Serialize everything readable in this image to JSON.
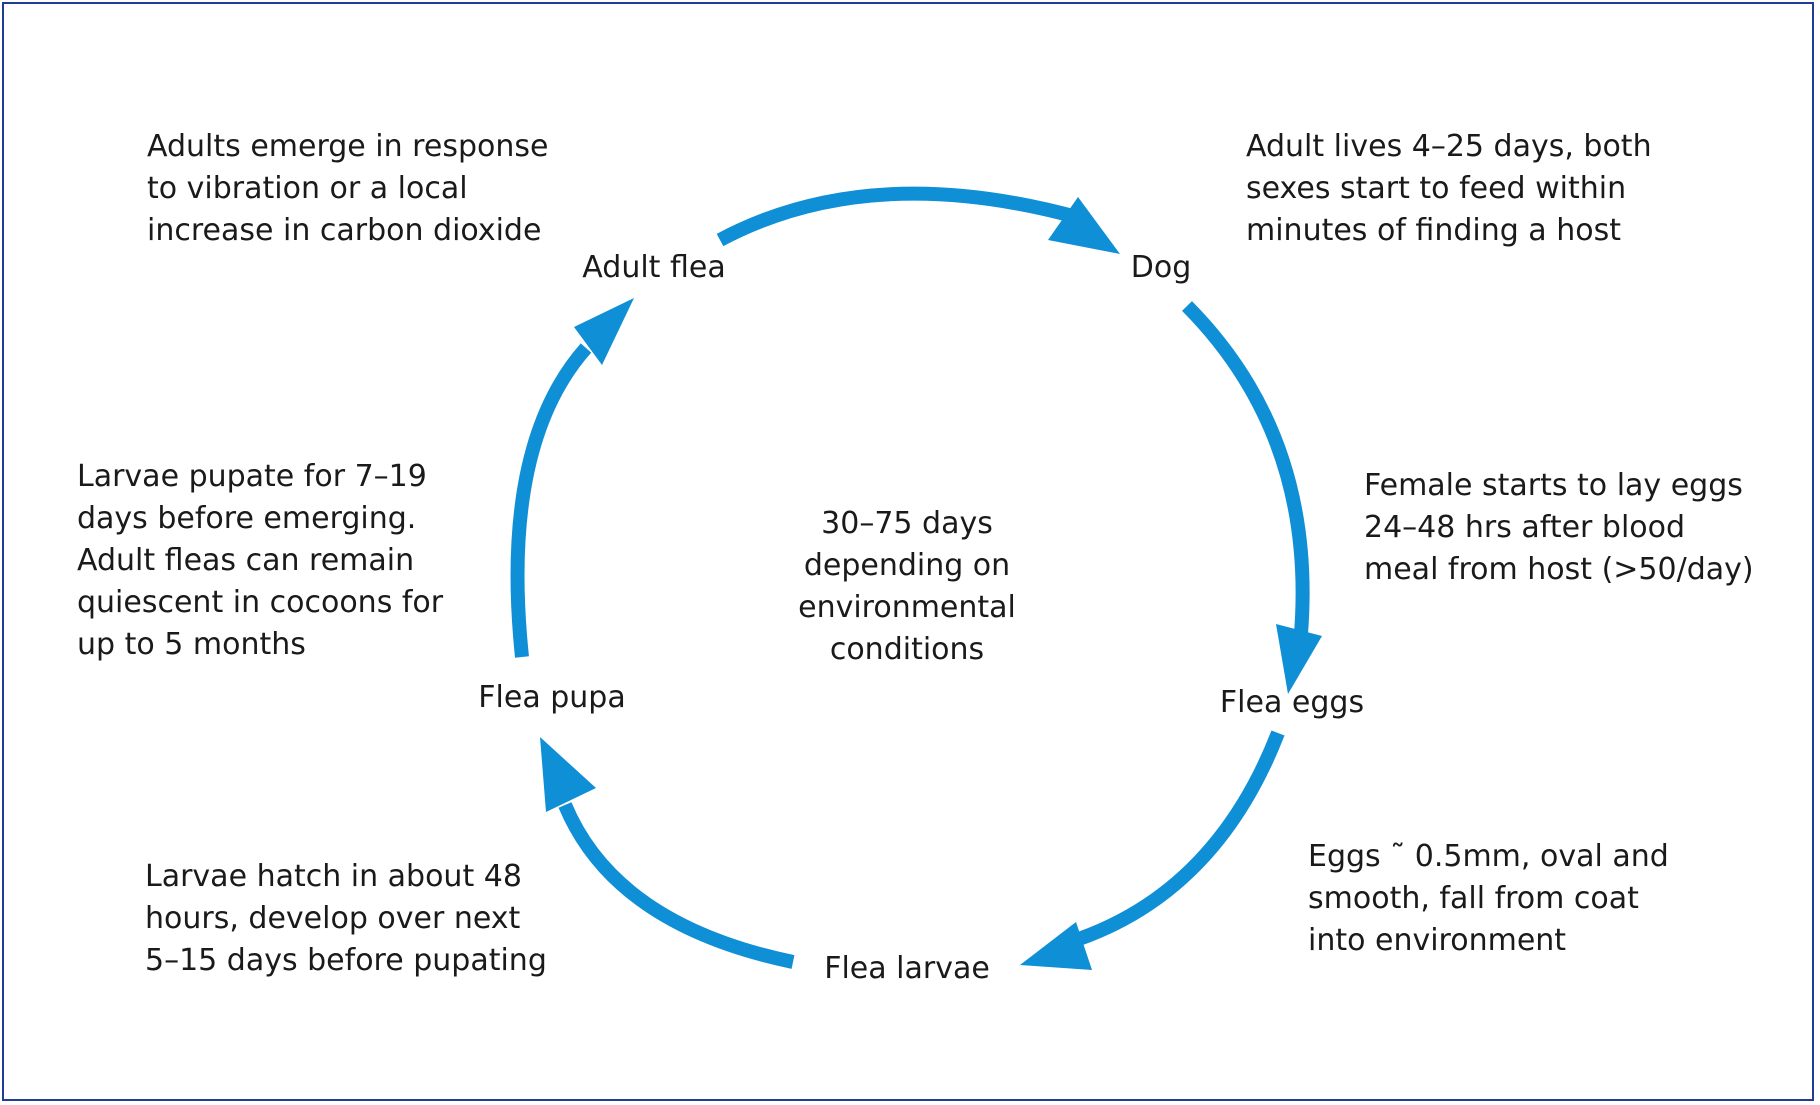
{
  "colors": {
    "arrow": "#0f8fd6",
    "border": "#1f3f96",
    "text": "#1a1a1a"
  },
  "stages": {
    "adult_flea": "Adult flea",
    "dog": "Dog",
    "flea_eggs": "Flea eggs",
    "flea_larvae": "Flea larvae",
    "flea_pupa": "Flea pupa"
  },
  "center": {
    "lines": [
      "30–75 days",
      "depending on",
      "environmental",
      "conditions"
    ]
  },
  "notes": {
    "adults_emerge": [
      "Adults emerge in response",
      "to vibration or a local",
      "increase in carbon dioxide"
    ],
    "adult_lives": [
      "Adult lives 4–25 days, both",
      "sexes start to feed within",
      "minutes of finding a host"
    ],
    "female_lays": [
      "Female starts to lay eggs",
      "24–48 hrs after blood",
      "meal from host (>50/day)"
    ],
    "eggs": [
      "Eggs ˜ 0.5mm, oval and",
      "smooth, fall from coat",
      "into environment"
    ],
    "larvae_hatch": [
      "Larvae hatch in about 48",
      "hours, develop over next",
      "5–15 days before pupating"
    ],
    "larvae_pupate": [
      "Larvae pupate for 7–19",
      "days before emerging.",
      "Adult fleas can remain",
      "quiescent in cocoons for",
      "up to 5 months"
    ]
  },
  "arrows": [
    {
      "from": "adult_flea",
      "to": "dog"
    },
    {
      "from": "dog",
      "to": "flea_eggs"
    },
    {
      "from": "flea_eggs",
      "to": "flea_larvae"
    },
    {
      "from": "flea_larvae",
      "to": "flea_pupa"
    },
    {
      "from": "flea_pupa",
      "to": "adult_flea"
    }
  ]
}
